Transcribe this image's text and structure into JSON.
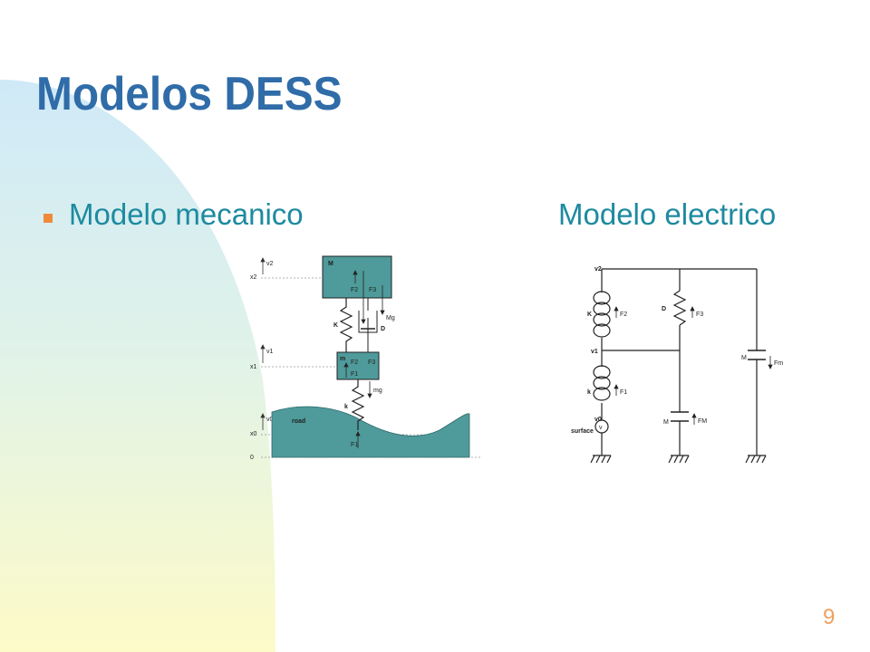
{
  "title": "Modelos DESS",
  "bullets": {
    "left": "Modelo mecanico",
    "right": "Modelo electrico"
  },
  "page_number": "9",
  "colors": {
    "title": "#2f6ca8",
    "subtitle": "#1d8aa0",
    "bullet": "#f08a3a",
    "teal_fill": "#4f9a9a",
    "page_number": "#f0a060"
  },
  "mechanical": {
    "v2": "v2",
    "x2": "x2",
    "M": "M",
    "F2_top": "F2",
    "F3_top": "F3",
    "K": "K",
    "D": "D",
    "Mg": "Mg",
    "v1": "v1",
    "x1": "x1",
    "m": "m",
    "F2_mid": "F2",
    "F3_mid": "F3",
    "F1_mid": "F1",
    "mg": "mg",
    "k": "k",
    "v0": "v0",
    "road": "road",
    "x0": "x0",
    "F1_bottom": "F1",
    "zero": "0"
  },
  "electrical": {
    "v2": "v2",
    "K": "K",
    "F2": "F2",
    "D": "D",
    "F3": "F3",
    "v1": "v1",
    "M_left": "M",
    "Fm": "Fm",
    "k": "k",
    "F1": "F1",
    "v0": "v0",
    "v": "v",
    "surface": "surface",
    "M_bottom": "M",
    "FM": "FM"
  }
}
